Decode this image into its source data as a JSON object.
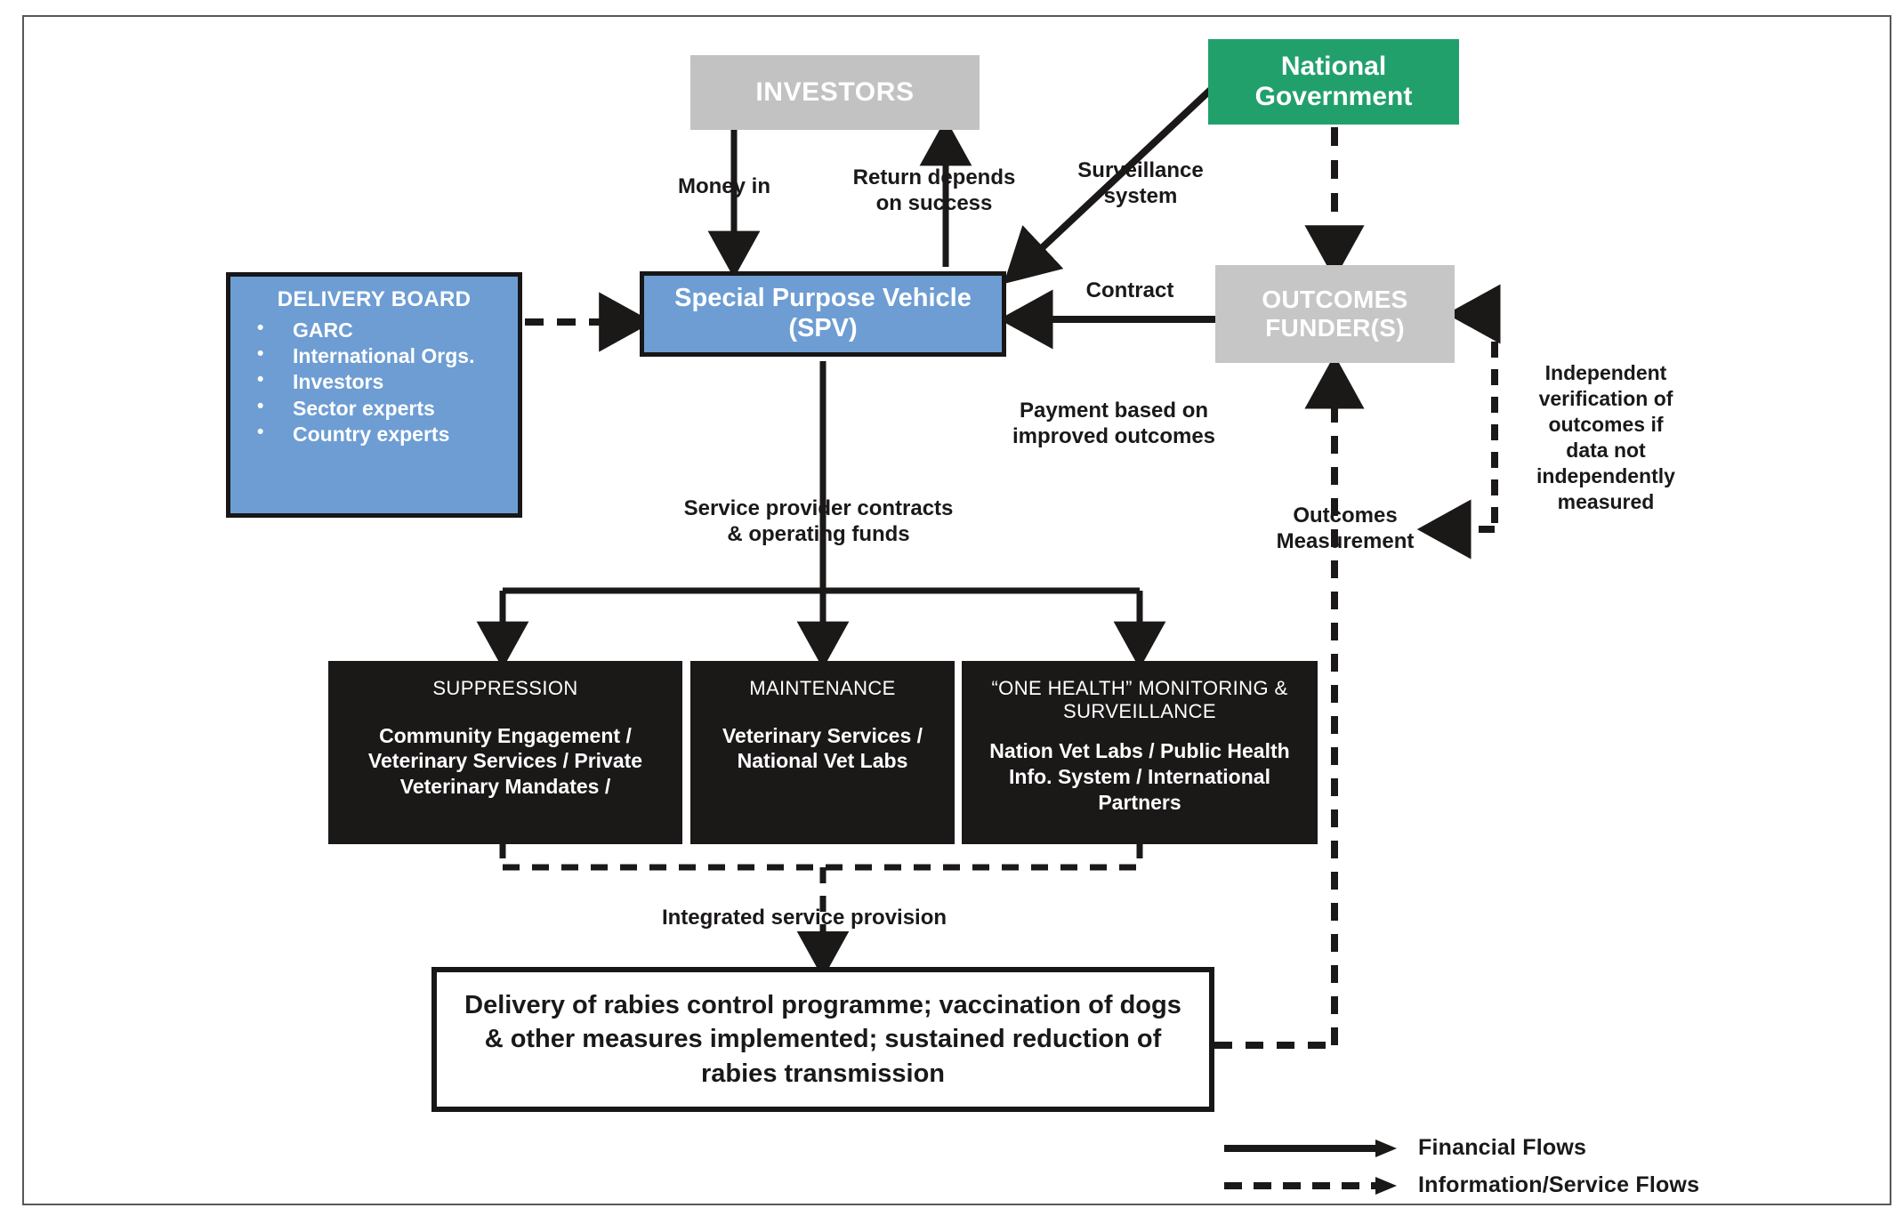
{
  "diagram": {
    "title": "Rabies control development impact bond flow diagram",
    "colors": {
      "blue": "#6d9dd3",
      "green": "#22a06c",
      "grey": "#c2c2c2",
      "grey_dark": "#c6c6c6",
      "black": "#1b1818",
      "white": "#ffffff",
      "frame": "#58585a"
    }
  },
  "nodes": {
    "investors": {
      "label": "INVESTORS"
    },
    "national_government": {
      "line1": "National",
      "line2": "Government"
    },
    "delivery_board": {
      "title": "DELIVERY  BOARD",
      "items": [
        "GARC",
        "International Orgs.",
        "Investors",
        "Sector experts",
        "Country experts"
      ]
    },
    "spv": {
      "line1": "Special Purpose Vehicle",
      "line2": "(SPV)"
    },
    "outcomes_funder": {
      "line1": "OUTCOMES",
      "line2": "FUNDER(S)"
    },
    "services": [
      {
        "title": "SUPPRESSION",
        "body": "Community Engagement /\nVeterinary Services / Private\nVeterinary Mandates /"
      },
      {
        "title": "MAINTENANCE",
        "body": "Veterinary Services /\nNational Vet Labs"
      },
      {
        "title": "“ONE HEALTH” MONITORING  &\nSURVEILLANCE",
        "body": "Nation Vet Labs / Public Health\nInfo. System / International\nPartners"
      }
    ],
    "outcome": "Delivery of rabies control programme; vaccination of dogs & other measures implemented; sustained reduction of rabies transmission"
  },
  "flow_labels": {
    "money_in": "Money in",
    "return_depends": "Return depends\non success",
    "surveillance_system": "Surveillance\nsystem",
    "contract": "Contract",
    "payment_based": "Payment based on\nimproved outcomes",
    "service_provider": "Service provider contracts\n& operating funds",
    "outcomes_measurement": "Outcomes\nMeasurement",
    "independent_verification": "Independent\nverification of\noutcomes if\ndata not\nindependently\nmeasured",
    "integrated_service": "Integrated service provision"
  },
  "legend": {
    "financial": "Financial Flows",
    "information": "Information/Service Flows"
  }
}
